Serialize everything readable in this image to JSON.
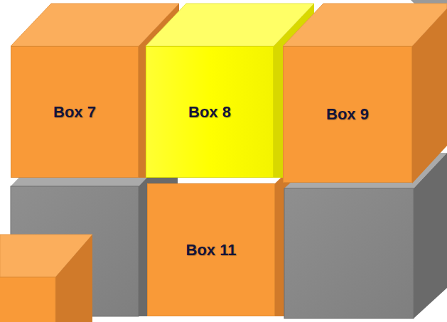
{
  "diagram": {
    "nodes": [
      {
        "text": [
          "Box 7"
        ]
      },
      {
        "text": [
          "Box 8"
        ]
      },
      {
        "text": [
          "Box 9"
        ]
      },
      {
        "text": [
          "Box 11"
        ]
      }
    ]
  }
}
